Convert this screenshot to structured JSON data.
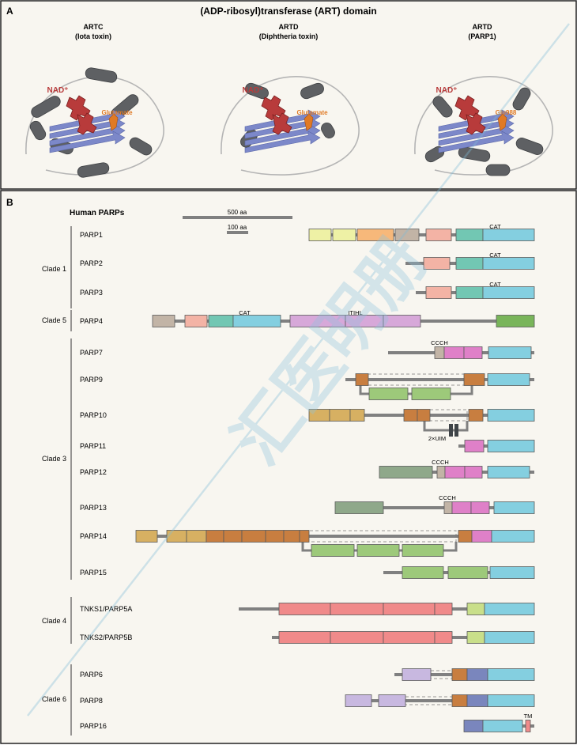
{
  "panel_a": {
    "letter": "A",
    "title": "(ADP-ribosyl)transferase (ART) domain",
    "structures": [
      {
        "name": "ARTC",
        "sub": "(Iota toxin)",
        "nad": "NAD⁺",
        "residue": "Glutamate"
      },
      {
        "name": "ARTD",
        "sub": "(Diphtheria toxin)",
        "nad": "NAD⁺",
        "residue": "Glutamate"
      },
      {
        "name": "ARTD",
        "sub": "(PARP1)",
        "nad": "NAD⁺",
        "residue": "Glu988"
      }
    ]
  },
  "panel_b": {
    "letter": "B",
    "heading": "Human PARPs",
    "scale_500": "500 aa",
    "scale_100": "100 aa",
    "clades": [
      "Clade 1",
      "Clade 5",
      "Clade 3",
      "Clade 4",
      "Clade 6"
    ],
    "proteins": [
      "PARP1",
      "PARP2",
      "PARP3",
      "PARP4",
      "PARP7",
      "PARP9",
      "PARP10",
      "PARP11",
      "PARP12",
      "PARP13",
      "PARP14",
      "PARP15",
      "TNKS1/PARP5A",
      "TNKS2/PARP5B",
      "PARP6",
      "PARP8",
      "PARP16"
    ],
    "labels": {
      "cat": "CAT",
      "ccch": "CCCH",
      "itihl": "ITIHL",
      "uim": "2×UIM",
      "tm": "TM"
    }
  },
  "watermark": "汇医明册",
  "colors": {
    "art": "#84cfe0",
    "hd": "#72c7b3",
    "wgr": "#f3b3a5",
    "brct": "#c2b4a6",
    "zn12": "#eef1a5",
    "zn3": "#f7b87a",
    "wwe": "#df80c8",
    "kh": "#c87e40",
    "macro": "#9dc97a",
    "rrm": "#d7b062",
    "nzap": "#8fa88a",
    "arc": "#f08a8a",
    "sam": "#c9df8a",
    "rwd": "#c8b8e0",
    "he": "#7a86bd",
    "vit": "#d7a8d9",
    "mvpid": "#79b55a",
    "nad": "#b83b3b",
    "residue": "#e07a25",
    "helix": "#5e6063",
    "strand": "#7c88c9"
  }
}
